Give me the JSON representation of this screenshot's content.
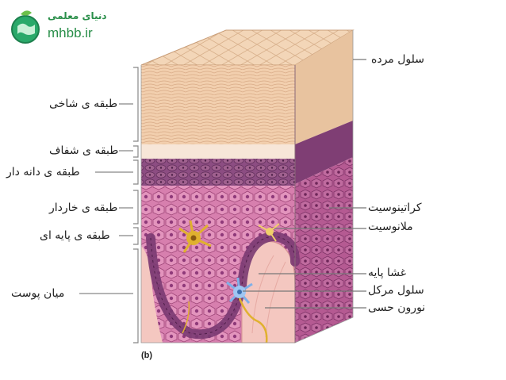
{
  "logo": {
    "name_fa": "دنیای معلمی",
    "site": "mhbb.ir"
  },
  "panel_label": "(b)",
  "labels_left": {
    "stratum_corneum": "طبقه ی شاخی",
    "stratum_lucidum": "طبقه ی شفاف",
    "stratum_granulosum": "طبقه ی دانه دار",
    "stratum_spinosum": "طبقه ی خاردار",
    "stratum_basale": "طبقه ی پایه ای",
    "dermis": "میان پوست"
  },
  "labels_right": {
    "dead_cells": "سلول مرده",
    "keratinocyte": "کراتینوسیت",
    "melanocyte": "ملانوسیت",
    "basement_membrane": "غشا پایه",
    "merkel_cell": "سلول مرکل",
    "sensory_neuron": "نورون حسی"
  },
  "colors": {
    "corneum": "#f2cfae",
    "lucidum": "#f7e6d8",
    "granulosum": "#8c4d82",
    "spinosum": "#d77fae",
    "basale": "#7a3a72",
    "dermis": "#f4c7c0",
    "melanocyte": "#e0b12f",
    "merkel": "#7fb0e8",
    "leader_line": "#777777",
    "logo_green": "#2a8f4a"
  }
}
